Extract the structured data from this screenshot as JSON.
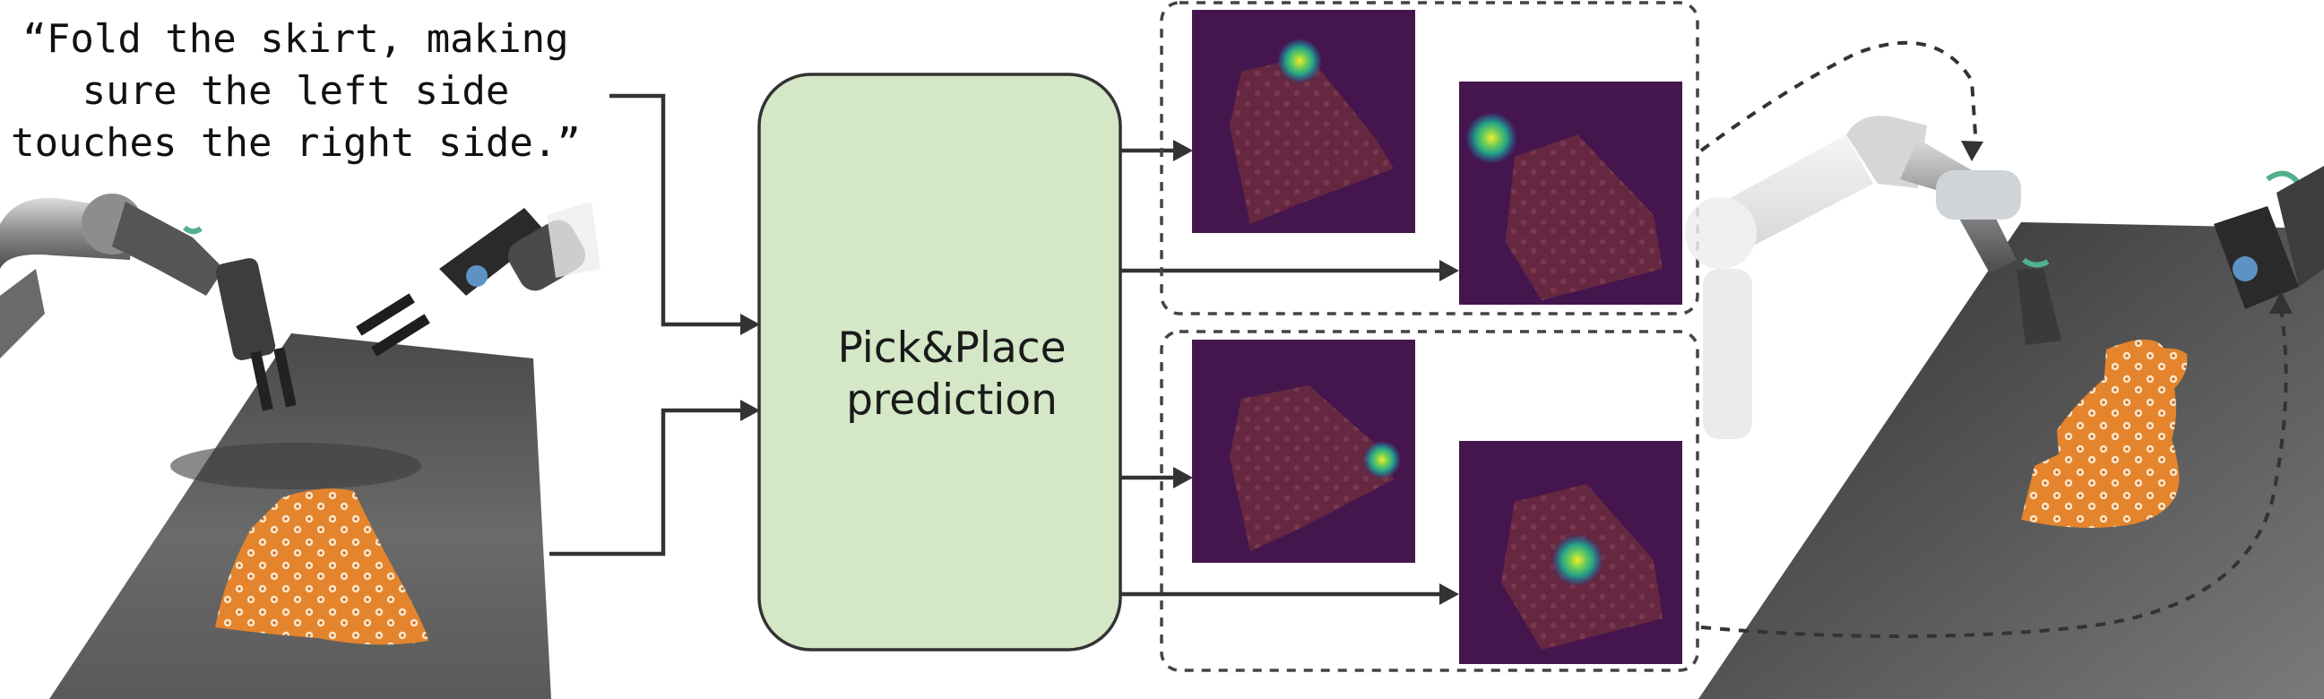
{
  "instruction": {
    "lines": [
      "“Fold the skirt, making",
      "sure the left side",
      "touches the right side.”"
    ]
  },
  "model_block": {
    "lines": [
      "Pick&Place",
      "prediction"
    ]
  },
  "colors": {
    "block_fill": "#d4e7c7",
    "block_stroke": "#333333",
    "heatmap_bg": "#45164d",
    "cloth_orange": "#e88a30",
    "table_gray": "#5f5f5f"
  }
}
